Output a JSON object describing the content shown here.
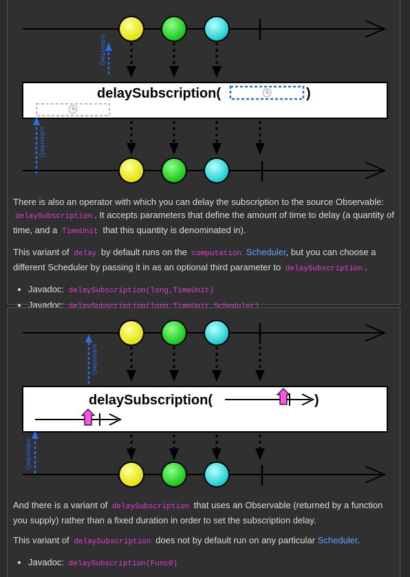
{
  "section1": {
    "diagram": {
      "operator_label": "delaySubscription(",
      "operator_close": ")",
      "subscribe_label": "subscribe()"
    },
    "para1": {
      "t1": "There is also an operator with which you can delay the subscription to the source Observable:",
      "code1": "delaySubscription",
      "t2": ". It accepts parameters that define the amount of time to delay (a quantity of time, and a",
      "code2": "TimeUnit",
      "t3": "that this quantity is denominated in)."
    },
    "para2": {
      "t1": "This variant of",
      "code1": "delay",
      "t2": "by default runs on the",
      "code2": "computation",
      "link": "Scheduler",
      "t3": ", but you can choose a different Scheduler by passing it in as an optional third parameter to",
      "code3": "delaySubscription",
      "t4": "."
    },
    "javadocs": [
      {
        "label": "Javadoc:",
        "code": "delaySubscription(long,TimeUnit)"
      },
      {
        "label": "Javadoc:",
        "code": "delaySubscription(long,TimeUnit,Scheduler)"
      }
    ]
  },
  "section2": {
    "diagram": {
      "operator_label": "delaySubscription(",
      "operator_close": ")",
      "subscribe_label": "subscribe()"
    },
    "para1": {
      "t1": "And there is a variant of",
      "code1": "delaySubscription",
      "t2": "that uses an Observable (returned by a function you supply) rather than a fixed duration in order to set the subscription delay."
    },
    "para2": {
      "t1": "This variant of",
      "code1": "delaySubscription",
      "t2": "does not by default run on any particular",
      "link": "Scheduler",
      "t3": "."
    },
    "javadocs": [
      {
        "label": "Javadoc:",
        "code": "delaySubscription(Func0)"
      }
    ]
  },
  "colors": {
    "yellow": "#f2f200",
    "green": "#17d917",
    "cyan": "#22e0e0",
    "subscribe_arrow": "#2a6ee6",
    "magenta": "#ff55ee",
    "code": "#e83dd6",
    "link": "#5ea1ff"
  }
}
